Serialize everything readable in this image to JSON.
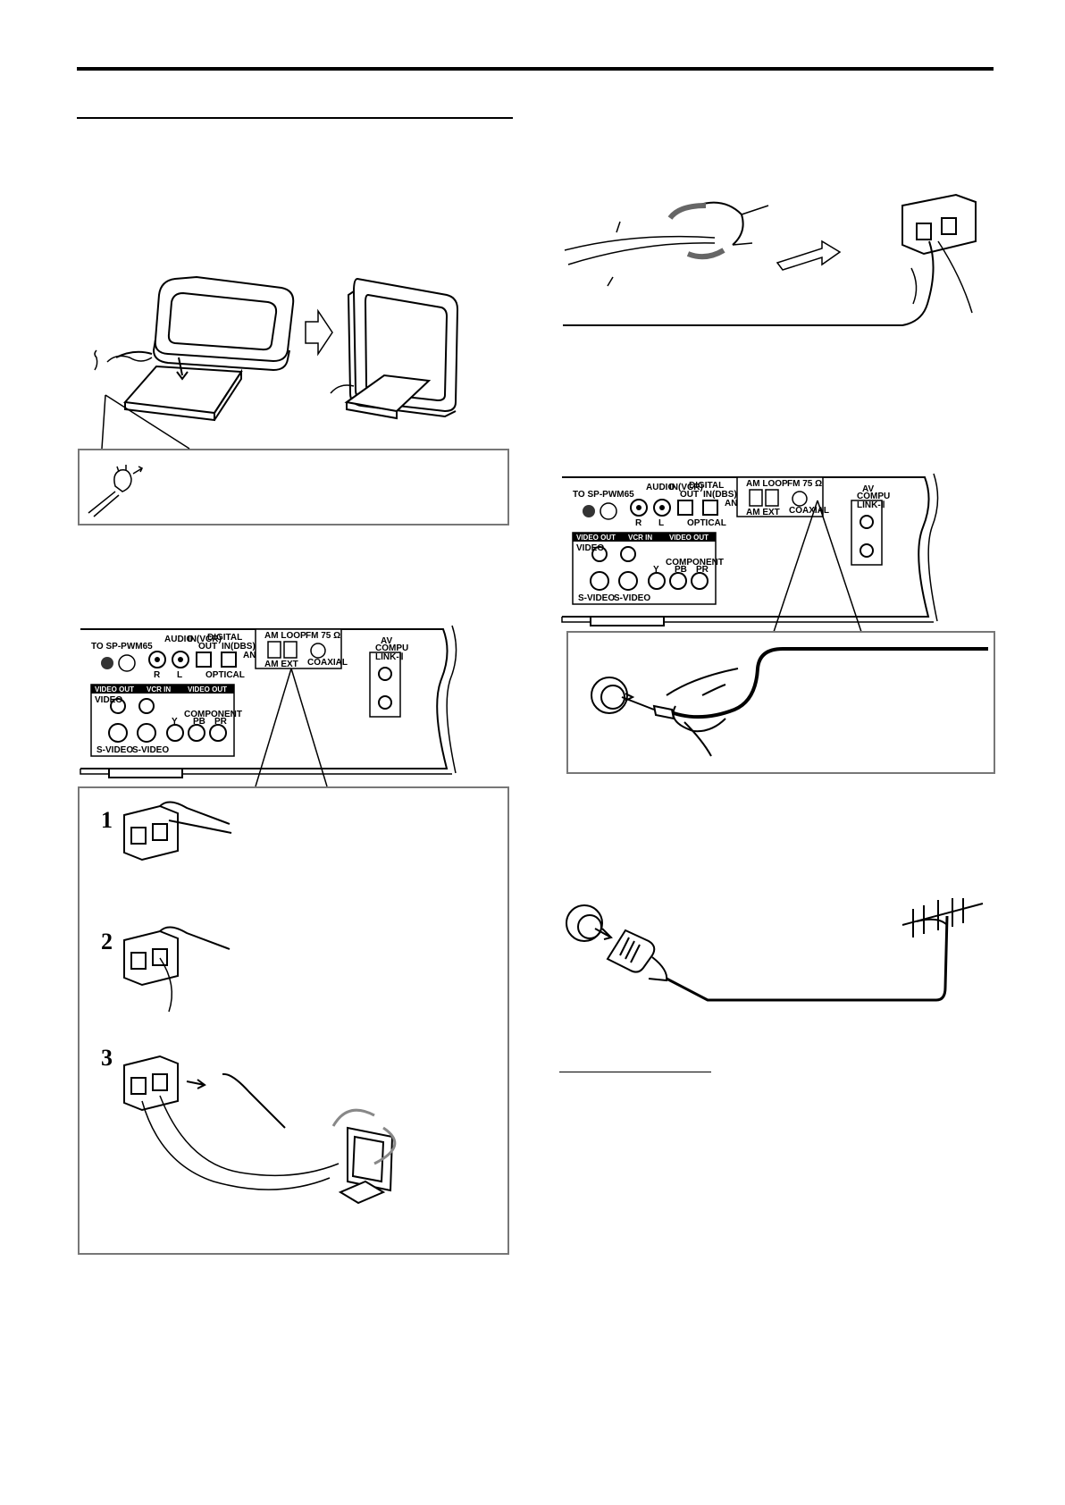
{
  "steps": [
    "1",
    "2",
    "3"
  ],
  "panel": {
    "model": "TO SP-PWM65",
    "audio": "AUDIO",
    "in_vcr": "IN(VCR)",
    "ch_r": "R",
    "ch_l": "L",
    "digital": "DIGITAL",
    "out": "OUT",
    "in_dbs": "IN(DBS)",
    "optical": "OPTICAL",
    "antenna": "ANTENNA",
    "am_loop": "AM LOOP",
    "am_ext": "AM EXT",
    "fm": "FM  75 Ω",
    "coaxial": "COAXIAL",
    "av": "AV",
    "compu": "COMPU",
    "link": "LINK-Ⅱ",
    "video_out": "VIDEO OUT",
    "vcr_in": "VCR IN",
    "video": "VIDEO",
    "svideo": "S-VIDEO",
    "component": "COMPONENT",
    "y": "Y",
    "pb": "PB",
    "pr": "PR"
  }
}
